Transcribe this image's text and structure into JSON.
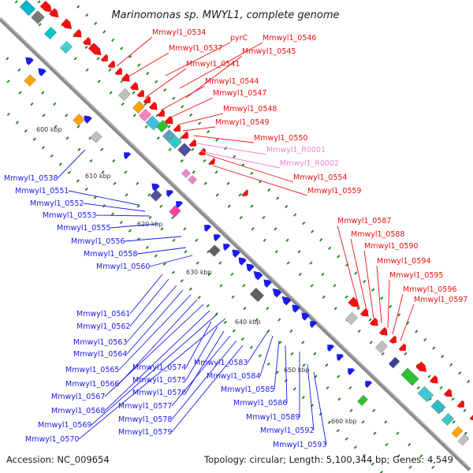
{
  "title": "Marinomonas sp. MWYL1, complete genome",
  "footer": {
    "accession": "Accession: NC_009654",
    "topology": "Topology: circular; Length: 5,100,344 bp; Genes: 4,549"
  },
  "colors": {
    "forward_gene": "#ee1111",
    "reverse_gene": "#1a1aee",
    "rna": "#ee88cc",
    "backbone": "#8a8a8a",
    "tick_dot": "#228b22"
  },
  "ticks": [
    "600 kbp",
    "610 kbp",
    "620 kbp",
    "630 kbp",
    "640 kbp",
    "650 kbp",
    "660 kbp"
  ],
  "labels_right": [
    {
      "text": "Mmwyl1_0534",
      "strand": "forward"
    },
    {
      "text": "pyrC",
      "strand": "forward"
    },
    {
      "text": "Mmwyl1_0546",
      "strand": "forward"
    },
    {
      "text": "Mmwyl1_0537",
      "strand": "forward"
    },
    {
      "text": "Mmwyl1_0545",
      "strand": "forward"
    },
    {
      "text": "Mmwyl1_0541",
      "strand": "forward"
    },
    {
      "text": "Mmwyl1_0544",
      "strand": "forward"
    },
    {
      "text": "Mmwyl1_0547",
      "strand": "forward"
    },
    {
      "text": "Mmwyl1_0548",
      "strand": "forward"
    },
    {
      "text": "Mmwyl1_0549",
      "strand": "forward"
    },
    {
      "text": "Mmwyl1_0550",
      "strand": "forward"
    },
    {
      "text": "Mmwyl1_R0001",
      "strand": "rna"
    },
    {
      "text": "Mmwyl1_R0002",
      "strand": "rna"
    },
    {
      "text": "Mmwyl1_0554",
      "strand": "forward"
    },
    {
      "text": "Mmwyl1_0559",
      "strand": "forward"
    },
    {
      "text": "Mmwyl1_0587",
      "strand": "forward"
    },
    {
      "text": "Mmwyl1_0588",
      "strand": "forward"
    },
    {
      "text": "Mmwyl1_0590",
      "strand": "forward"
    },
    {
      "text": "Mmwyl1_0594",
      "strand": "forward"
    },
    {
      "text": "Mmwyl1_0595",
      "strand": "forward"
    },
    {
      "text": "Mmwyl1_0596",
      "strand": "forward"
    },
    {
      "text": "Mmwyl1_0597",
      "strand": "forward"
    }
  ],
  "labels_left": [
    {
      "text": "Mmwyl1_0538",
      "strand": "reverse"
    },
    {
      "text": "Mmwyl1_0551",
      "strand": "reverse"
    },
    {
      "text": "Mmwyl1_0552",
      "strand": "reverse"
    },
    {
      "text": "Mmwyl1_0553",
      "strand": "reverse"
    },
    {
      "text": "Mmwyl1_0555",
      "strand": "reverse"
    },
    {
      "text": "Mmwyl1_0556",
      "strand": "reverse"
    },
    {
      "text": "Mmwyl1_0558",
      "strand": "reverse"
    },
    {
      "text": "Mmwyl1_0560",
      "strand": "reverse"
    },
    {
      "text": "Mmwyl1_0561",
      "strand": "reverse"
    },
    {
      "text": "Mmwyl1_0562",
      "strand": "reverse"
    },
    {
      "text": "Mmwyl1_0563",
      "strand": "reverse"
    },
    {
      "text": "Mmwyl1_0564",
      "strand": "reverse"
    },
    {
      "text": "Mmwyl1_0565",
      "strand": "reverse"
    },
    {
      "text": "Mmwyl1_0566",
      "strand": "reverse"
    },
    {
      "text": "Mmwyl1_0567",
      "strand": "reverse"
    },
    {
      "text": "Mmwyl1_0568",
      "strand": "reverse"
    },
    {
      "text": "Mmwyl1_0569",
      "strand": "reverse"
    },
    {
      "text": "Mmwyl1_0570",
      "strand": "reverse"
    },
    {
      "text": "Mmwyl1_0574",
      "strand": "reverse"
    },
    {
      "text": "Mmwyl1_0575",
      "strand": "reverse"
    },
    {
      "text": "Mmwyl1_0576",
      "strand": "reverse"
    },
    {
      "text": "Mmwyl1_0577",
      "strand": "reverse"
    },
    {
      "text": "Mmwyl1_0578",
      "strand": "reverse"
    },
    {
      "text": "Mmwyl1_0579",
      "strand": "reverse"
    },
    {
      "text": "Mmwyl1_0583",
      "strand": "reverse"
    },
    {
      "text": "Mmwyl1_0584",
      "strand": "reverse"
    },
    {
      "text": "Mmwyl1_0585",
      "strand": "reverse"
    },
    {
      "text": "Mmwyl1_0586",
      "strand": "reverse"
    },
    {
      "text": "Mmwyl1_0589",
      "strand": "reverse"
    },
    {
      "text": "Mmwyl1_0592",
      "strand": "reverse"
    },
    {
      "text": "Mmwyl1_0593",
      "strand": "reverse"
    }
  ]
}
